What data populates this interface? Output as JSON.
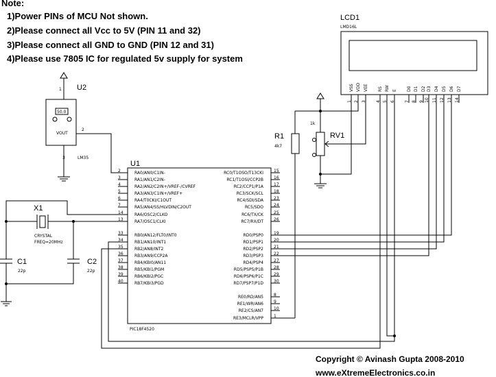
{
  "notes": {
    "heading": "Note:",
    "lines": [
      "1)Power PINs of MCU Not shown.",
      "2)Please connect all Vcc to 5V (PIN 11 and 32)",
      "3)Please connect all GND to GND (PIN 12 and 31)",
      "4)Please use 7805 IC for regulated 5v supply for system"
    ]
  },
  "lcd": {
    "ref": "LCD1",
    "part": "LMD16L",
    "pins": [
      {
        "name": "VSS",
        "num": "1"
      },
      {
        "name": "VDD",
        "num": "2"
      },
      {
        "name": "VEE",
        "num": "3"
      },
      {
        "name": "RS",
        "num": "4"
      },
      {
        "name": "RW",
        "num": "5"
      },
      {
        "name": "E",
        "num": "6"
      },
      {
        "name": "D0",
        "num": "7"
      },
      {
        "name": "D1",
        "num": "8"
      },
      {
        "name": "D2",
        "num": "9"
      },
      {
        "name": "D3",
        "num": "10"
      },
      {
        "name": "D4",
        "num": "11"
      },
      {
        "name": "D5",
        "num": "12"
      },
      {
        "name": "D6",
        "num": "13"
      },
      {
        "name": "D7",
        "num": "14"
      }
    ]
  },
  "sensor": {
    "ref": "U2",
    "part": "LM35",
    "display": "50.0",
    "out_label": "VOUT",
    "pin_vcc": "1",
    "pin_out": "2",
    "pin_gnd": "3"
  },
  "mcu": {
    "ref": "U1",
    "part": "PIC18F4520",
    "left_pins": [
      {
        "num": "2",
        "name": "RA0/AN0/C1IN-"
      },
      {
        "num": "3",
        "name": "RA1/AN1/C2IN-"
      },
      {
        "num": "4",
        "name": "RA2/AN2/C2IN+/VREF-/CVREF"
      },
      {
        "num": "5",
        "name": "RA3/AN3/C1IN+/VREF+"
      },
      {
        "num": "6",
        "name": "RA4/T0CKI/C1OUT"
      },
      {
        "num": "7",
        "name": "RA5/AN4/SS/HLVDIN/C2OUT"
      },
      {
        "num": "14",
        "name": "RA6/OSC2/CLKO"
      },
      {
        "num": "13",
        "name": "RA7/OSC1/CLKI"
      },
      {
        "num": "33",
        "name": "RB0/AN12/FLT0/INT0"
      },
      {
        "num": "34",
        "name": "RB1/AN10/INT1"
      },
      {
        "num": "35",
        "name": "RB2/AN8/INT2"
      },
      {
        "num": "36",
        "name": "RB3/AN9/CCP2A"
      },
      {
        "num": "37",
        "name": "RB4/KBI0/AN11"
      },
      {
        "num": "38",
        "name": "RB5/KBI1/PGM"
      },
      {
        "num": "39",
        "name": "RB6/KBI2/PGC"
      },
      {
        "num": "40",
        "name": "RB7/KBI3/PGD"
      }
    ],
    "right_pins": [
      {
        "num": "15",
        "name": "RC0/T1OSO/T13CKI"
      },
      {
        "num": "16",
        "name": "RC1/T1OSI/CCP2B"
      },
      {
        "num": "17",
        "name": "RC2/CCP1/P1A"
      },
      {
        "num": "18",
        "name": "RC3/SCK/SCL"
      },
      {
        "num": "23",
        "name": "RC4/SDI/SDA"
      },
      {
        "num": "24",
        "name": "RC5/SDO"
      },
      {
        "num": "25",
        "name": "RC6/TX/CK"
      },
      {
        "num": "26",
        "name": "RC7/RX/DT"
      },
      {
        "num": "19",
        "name": "RD0/PSP0"
      },
      {
        "num": "20",
        "name": "RD1/PSP1"
      },
      {
        "num": "21",
        "name": "RD2/PSP2"
      },
      {
        "num": "22",
        "name": "RD3/PSP3"
      },
      {
        "num": "27",
        "name": "RD4/PSP4"
      },
      {
        "num": "28",
        "name": "RD5/PSP5/P1B"
      },
      {
        "num": "29",
        "name": "RD6/PSP6/P1C"
      },
      {
        "num": "30",
        "name": "RD7/PSP7/P1D"
      },
      {
        "num": "8",
        "name": "RE0/RD/AN5"
      },
      {
        "num": "9",
        "name": "RE1/WR/AN6"
      },
      {
        "num": "10",
        "name": "RE2/CS/AN7"
      },
      {
        "num": "1",
        "name": "RE3/MCLR/VPP"
      }
    ]
  },
  "crystal": {
    "ref": "X1",
    "type": "CRYSTAL",
    "freq": "FREQ=20MHz"
  },
  "c1": {
    "ref": "C1",
    "value": "22p"
  },
  "c2": {
    "ref": "C2",
    "value": "22p"
  },
  "r1": {
    "ref": "R1",
    "value": "4k7"
  },
  "rv1": {
    "ref": "RV1",
    "value": "1k"
  },
  "copyright": {
    "line1": "Copyright © Avinash Gupta 2008-2010",
    "line2": "www.eXtremeElectronics.co.in"
  }
}
